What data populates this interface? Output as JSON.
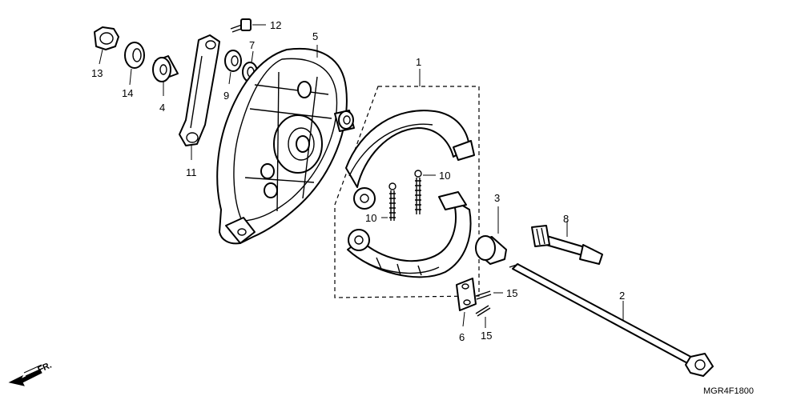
{
  "diagram_code": "MGR4F1800",
  "direction_label": "FR.",
  "callouts": {
    "c1": "1",
    "c2": "2",
    "c3": "3",
    "c4": "4",
    "c5": "5",
    "c6": "6",
    "c7": "7",
    "c8": "8",
    "c9": "9",
    "c10a": "10",
    "c10b": "10",
    "c11": "11",
    "c12": "12",
    "c13": "13",
    "c14": "14",
    "c15a": "15",
    "c15b": "15"
  },
  "icons": {
    "front_direction": "front-arrow-icon"
  }
}
